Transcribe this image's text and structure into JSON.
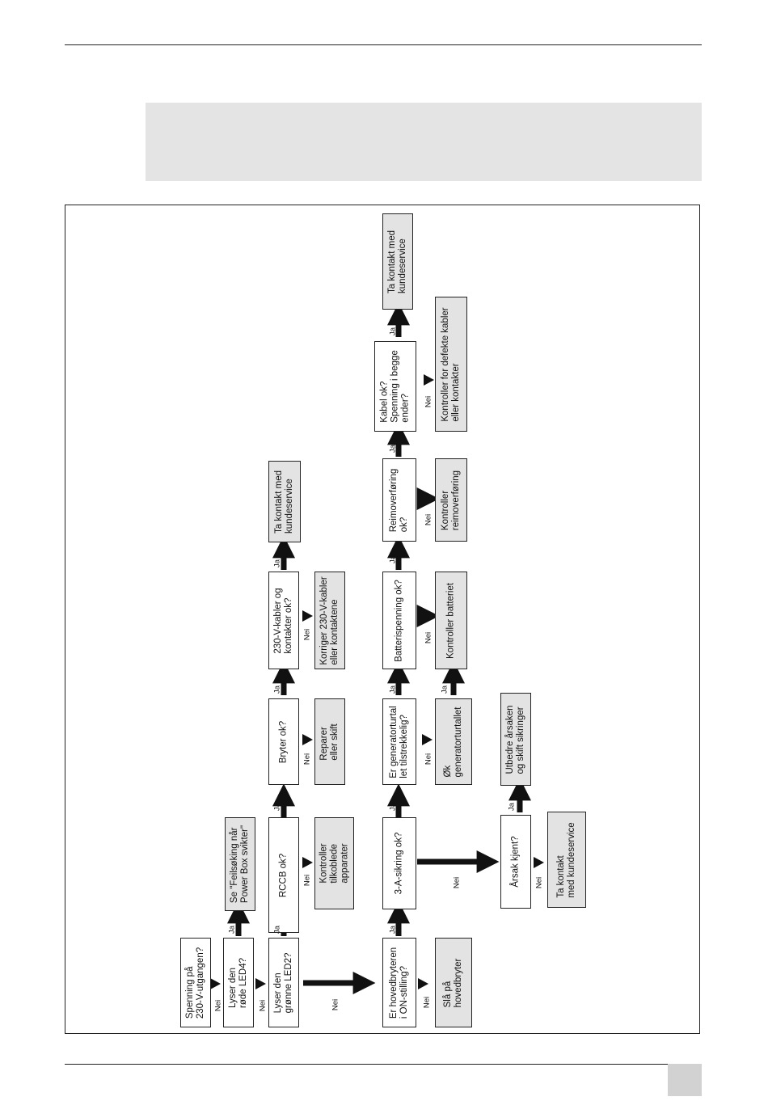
{
  "boxes": [
    {
      "id": "b01",
      "text": "Spenning på\n230-V-utgangen?",
      "grey": false
    },
    {
      "id": "b02",
      "text": "Lyser den\nrøde LED4?",
      "grey": false
    },
    {
      "id": "b03",
      "text": "Lyser den\ngrønne LED2?",
      "grey": false
    },
    {
      "id": "b04",
      "text": "Se \"Feilsøking når\nPower Box svikter\"",
      "grey": true
    },
    {
      "id": "b05",
      "text": "RCCB ok?",
      "grey": false
    },
    {
      "id": "b06",
      "text": "Kontroller\ntilkoblede\napparater",
      "grey": true
    },
    {
      "id": "b07",
      "text": "Bryter ok?",
      "grey": false
    },
    {
      "id": "b08",
      "text": "Reparer\neller skift",
      "grey": true
    },
    {
      "id": "b09",
      "text": "230-V-kabler og\nkontakter ok?",
      "grey": false
    },
    {
      "id": "b10",
      "text": "Korriger 230-V-kabler\neller kontaktene",
      "grey": true
    },
    {
      "id": "b11",
      "text": "Ta kontakt med\nkundeservice",
      "grey": true
    },
    {
      "id": "b12",
      "text": "Er hovedbryteren\ni ON-stilling?",
      "grey": false
    },
    {
      "id": "b13",
      "text": "Slå på\nhovedbryter",
      "grey": true
    },
    {
      "id": "b14",
      "text": "3-A-sikring ok?",
      "grey": false
    },
    {
      "id": "b15",
      "text": "Er generatorturtal\nlet tilstrekkelig?",
      "grey": false
    },
    {
      "id": "b16",
      "text": "Øk\ngeneratorturtallet",
      "grey": true
    },
    {
      "id": "b17",
      "text": "Batterispenning ok?",
      "grey": false
    },
    {
      "id": "b18",
      "text": "Kontroller batteriet",
      "grey": true
    },
    {
      "id": "b19",
      "text": "Reimoverføring\nok?",
      "grey": false
    },
    {
      "id": "b20",
      "text": "Kontroller\nreimoverføring",
      "grey": true
    },
    {
      "id": "b21",
      "text": "Kabel ok?\nSpenning i begge\nender?",
      "grey": false
    },
    {
      "id": "b22",
      "text": "Kontroller for defekte kabler\neller kontakter",
      "grey": true
    },
    {
      "id": "b23",
      "text": "Ta kontakt med\nkundeservice",
      "grey": true
    },
    {
      "id": "b24",
      "text": "Årsak kjent?",
      "grey": false
    },
    {
      "id": "b25",
      "text": "Utbedre årsaken\nog skift sikringer",
      "grey": true
    },
    {
      "id": "b26",
      "text": "Ta kontakt\nmed kundeservice",
      "grey": true
    }
  ],
  "labels": {
    "ja": "Ja",
    "nei": "Nei"
  }
}
